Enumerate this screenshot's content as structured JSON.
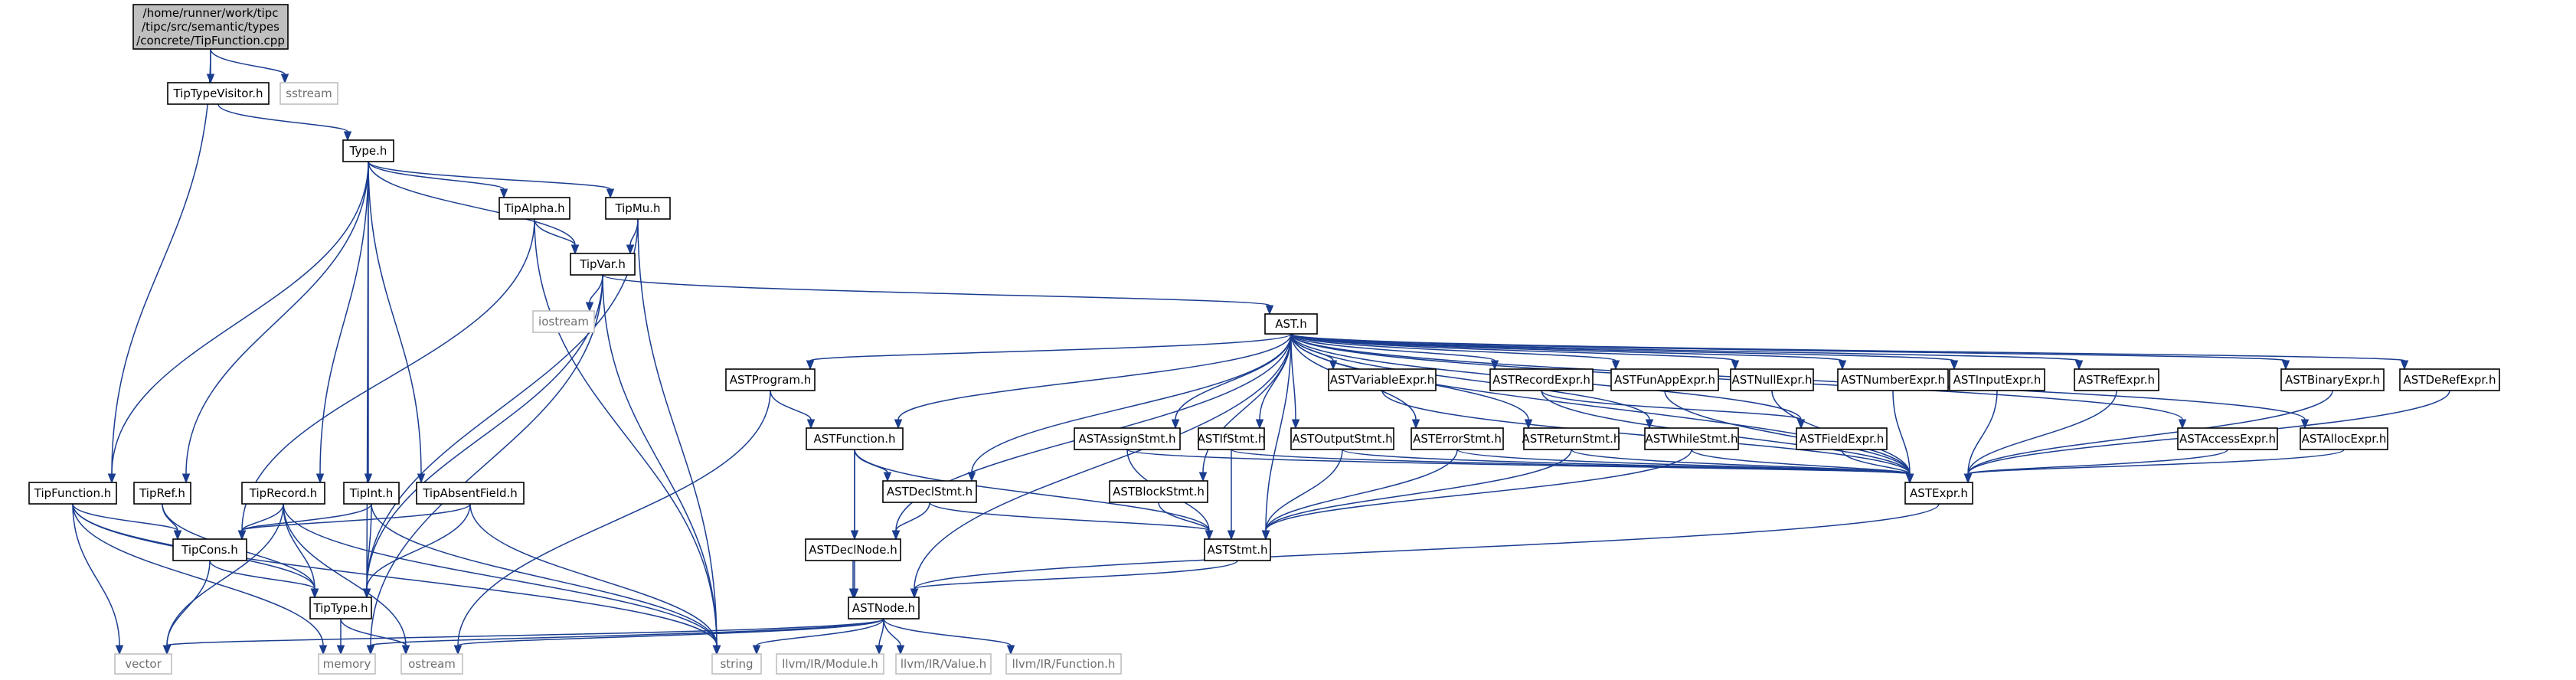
{
  "graph": {
    "nodes": [
      {
        "id": "root",
        "lines": [
          "/home/runner/work/tipc",
          "/tipc/src/semantic/types",
          "/concrete/TipFunction.cpp"
        ],
        "kind": "root"
      },
      {
        "id": "TipTypeVisitor",
        "lines": [
          "TipTypeVisitor.h"
        ],
        "kind": "solid"
      },
      {
        "id": "sstream",
        "lines": [
          "sstream"
        ],
        "kind": "ext"
      },
      {
        "id": "Type",
        "lines": [
          "Type.h"
        ],
        "kind": "solid"
      },
      {
        "id": "TipAlpha",
        "lines": [
          "TipAlpha.h"
        ],
        "kind": "solid"
      },
      {
        "id": "TipMu",
        "lines": [
          "TipMu.h"
        ],
        "kind": "solid"
      },
      {
        "id": "TipVar",
        "lines": [
          "TipVar.h"
        ],
        "kind": "solid"
      },
      {
        "id": "iostream",
        "lines": [
          "iostream"
        ],
        "kind": "ext"
      },
      {
        "id": "AST",
        "lines": [
          "AST.h"
        ],
        "kind": "solid"
      },
      {
        "id": "ASTProgram",
        "lines": [
          "ASTProgram.h"
        ],
        "kind": "solid"
      },
      {
        "id": "ASTVariableExpr",
        "lines": [
          "ASTVariableExpr.h"
        ],
        "kind": "solid"
      },
      {
        "id": "ASTRecordExpr",
        "lines": [
          "ASTRecordExpr.h"
        ],
        "kind": "solid"
      },
      {
        "id": "ASTFunAppExpr",
        "lines": [
          "ASTFunAppExpr.h"
        ],
        "kind": "solid"
      },
      {
        "id": "ASTNullExpr",
        "lines": [
          "ASTNullExpr.h"
        ],
        "kind": "solid"
      },
      {
        "id": "ASTNumberExpr",
        "lines": [
          "ASTNumberExpr.h"
        ],
        "kind": "solid"
      },
      {
        "id": "ASTInputExpr",
        "lines": [
          "ASTInputExpr.h"
        ],
        "kind": "solid"
      },
      {
        "id": "ASTRefExpr",
        "lines": [
          "ASTRefExpr.h"
        ],
        "kind": "solid"
      },
      {
        "id": "ASTBinaryExpr",
        "lines": [
          "ASTBinaryExpr.h"
        ],
        "kind": "solid"
      },
      {
        "id": "ASTDeRefExpr",
        "lines": [
          "ASTDeRefExpr.h"
        ],
        "kind": "solid"
      },
      {
        "id": "ASTFunction",
        "lines": [
          "ASTFunction.h"
        ],
        "kind": "solid"
      },
      {
        "id": "ASTAssignStmt",
        "lines": [
          "ASTAssignStmt.h"
        ],
        "kind": "solid"
      },
      {
        "id": "ASTIfStmt",
        "lines": [
          "ASTIfStmt.h"
        ],
        "kind": "solid"
      },
      {
        "id": "ASTOutputStmt",
        "lines": [
          "ASTOutputStmt.h"
        ],
        "kind": "solid"
      },
      {
        "id": "ASTErrorStmt",
        "lines": [
          "ASTErrorStmt.h"
        ],
        "kind": "solid"
      },
      {
        "id": "ASTReturnStmt",
        "lines": [
          "ASTReturnStmt.h"
        ],
        "kind": "solid"
      },
      {
        "id": "ASTWhileStmt",
        "lines": [
          "ASTWhileStmt.h"
        ],
        "kind": "solid"
      },
      {
        "id": "ASTFieldExpr",
        "lines": [
          "ASTFieldExpr.h"
        ],
        "kind": "solid"
      },
      {
        "id": "ASTAccessExpr",
        "lines": [
          "ASTAccessExpr.h"
        ],
        "kind": "solid"
      },
      {
        "id": "ASTAllocExpr",
        "lines": [
          "ASTAllocExpr.h"
        ],
        "kind": "solid"
      },
      {
        "id": "ASTDeclStmt",
        "lines": [
          "ASTDeclStmt.h"
        ],
        "kind": "solid"
      },
      {
        "id": "ASTBlockStmt",
        "lines": [
          "ASTBlockStmt.h"
        ],
        "kind": "solid"
      },
      {
        "id": "ASTExpr",
        "lines": [
          "ASTExpr.h"
        ],
        "kind": "solid"
      },
      {
        "id": "ASTDeclNode",
        "lines": [
          "ASTDeclNode.h"
        ],
        "kind": "solid"
      },
      {
        "id": "ASTStmt",
        "lines": [
          "ASTStmt.h"
        ],
        "kind": "solid"
      },
      {
        "id": "ASTNode",
        "lines": [
          "ASTNode.h"
        ],
        "kind": "solid"
      },
      {
        "id": "TipFunction",
        "lines": [
          "TipFunction.h"
        ],
        "kind": "solid"
      },
      {
        "id": "TipRef",
        "lines": [
          "TipRef.h"
        ],
        "kind": "solid"
      },
      {
        "id": "TipRecord",
        "lines": [
          "TipRecord.h"
        ],
        "kind": "solid"
      },
      {
        "id": "TipInt",
        "lines": [
          "TipInt.h"
        ],
        "kind": "solid"
      },
      {
        "id": "TipAbsentField",
        "lines": [
          "TipAbsentField.h"
        ],
        "kind": "solid"
      },
      {
        "id": "TipCons",
        "lines": [
          "TipCons.h"
        ],
        "kind": "solid"
      },
      {
        "id": "TipType",
        "lines": [
          "TipType.h"
        ],
        "kind": "solid"
      },
      {
        "id": "vector",
        "lines": [
          "vector"
        ],
        "kind": "ext"
      },
      {
        "id": "memory",
        "lines": [
          "memory"
        ],
        "kind": "ext"
      },
      {
        "id": "ostream",
        "lines": [
          "ostream"
        ],
        "kind": "ext"
      },
      {
        "id": "string",
        "lines": [
          "string"
        ],
        "kind": "ext"
      },
      {
        "id": "llvmModule",
        "lines": [
          "llvm/IR/Module.h"
        ],
        "kind": "ext"
      },
      {
        "id": "llvmValue",
        "lines": [
          "llvm/IR/Value.h"
        ],
        "kind": "ext"
      },
      {
        "id": "llvmFunction",
        "lines": [
          "llvm/IR/Function.h"
        ],
        "kind": "ext"
      }
    ],
    "edges": [
      [
        "root",
        "TipTypeVisitor"
      ],
      [
        "root",
        "sstream"
      ],
      [
        "root",
        "TipFunction"
      ],
      [
        "TipTypeVisitor",
        "Type"
      ],
      [
        "Type",
        "TipAlpha"
      ],
      [
        "Type",
        "TipMu"
      ],
      [
        "Type",
        "TipVar"
      ],
      [
        "Type",
        "TipFunction"
      ],
      [
        "Type",
        "TipRef"
      ],
      [
        "Type",
        "TipRecord"
      ],
      [
        "Type",
        "TipInt"
      ],
      [
        "Type",
        "TipAbsentField"
      ],
      [
        "Type",
        "TipType"
      ],
      [
        "TipAlpha",
        "TipVar"
      ],
      [
        "TipAlpha",
        "TipCons"
      ],
      [
        "TipAlpha",
        "string"
      ],
      [
        "TipMu",
        "TipVar"
      ],
      [
        "TipMu",
        "TipType"
      ],
      [
        "TipMu",
        "string"
      ],
      [
        "TipVar",
        "iostream"
      ],
      [
        "TipVar",
        "AST"
      ],
      [
        "TipVar",
        "TipType"
      ],
      [
        "TipVar",
        "memory"
      ],
      [
        "TipVar",
        "string"
      ],
      [
        "AST",
        "ASTProgram"
      ],
      [
        "AST",
        "ASTVariableExpr"
      ],
      [
        "AST",
        "ASTRecordExpr"
      ],
      [
        "AST",
        "ASTFunAppExpr"
      ],
      [
        "AST",
        "ASTNullExpr"
      ],
      [
        "AST",
        "ASTNumberExpr"
      ],
      [
        "AST",
        "ASTInputExpr"
      ],
      [
        "AST",
        "ASTRefExpr"
      ],
      [
        "AST",
        "ASTBinaryExpr"
      ],
      [
        "AST",
        "ASTDeRefExpr"
      ],
      [
        "AST",
        "ASTFunction"
      ],
      [
        "AST",
        "ASTAssignStmt"
      ],
      [
        "AST",
        "ASTIfStmt"
      ],
      [
        "AST",
        "ASTOutputStmt"
      ],
      [
        "AST",
        "ASTErrorStmt"
      ],
      [
        "AST",
        "ASTReturnStmt"
      ],
      [
        "AST",
        "ASTWhileStmt"
      ],
      [
        "AST",
        "ASTFieldExpr"
      ],
      [
        "AST",
        "ASTAccessExpr"
      ],
      [
        "AST",
        "ASTAllocExpr"
      ],
      [
        "AST",
        "ASTDeclStmt"
      ],
      [
        "AST",
        "ASTBlockStmt"
      ],
      [
        "AST",
        "ASTDeclNode"
      ],
      [
        "AST",
        "ASTStmt"
      ],
      [
        "AST",
        "ASTNode"
      ],
      [
        "AST",
        "ASTExpr"
      ],
      [
        "ASTProgram",
        "ASTFunction"
      ],
      [
        "ASTProgram",
        "ostream"
      ],
      [
        "ASTFunction",
        "ASTDeclStmt"
      ],
      [
        "ASTFunction",
        "ASTDeclNode"
      ],
      [
        "ASTFunction",
        "ASTStmt"
      ],
      [
        "ASTFunction",
        "ASTNode"
      ],
      [
        "ASTVariableExpr",
        "ASTExpr"
      ],
      [
        "ASTRecordExpr",
        "ASTFieldExpr"
      ],
      [
        "ASTRecordExpr",
        "ASTExpr"
      ],
      [
        "ASTFunAppExpr",
        "ASTExpr"
      ],
      [
        "ASTNullExpr",
        "ASTExpr"
      ],
      [
        "ASTNumberExpr",
        "ASTExpr"
      ],
      [
        "ASTInputExpr",
        "ASTExpr"
      ],
      [
        "ASTRefExpr",
        "ASTExpr"
      ],
      [
        "ASTBinaryExpr",
        "ASTExpr"
      ],
      [
        "ASTDeRefExpr",
        "ASTExpr"
      ],
      [
        "ASTFieldExpr",
        "ASTExpr"
      ],
      [
        "ASTAccessExpr",
        "ASTExpr"
      ],
      [
        "ASTAllocExpr",
        "ASTExpr"
      ],
      [
        "ASTAssignStmt",
        "ASTStmt"
      ],
      [
        "ASTAssignStmt",
        "ASTExpr"
      ],
      [
        "ASTIfStmt",
        "ASTStmt"
      ],
      [
        "ASTIfStmt",
        "ASTExpr"
      ],
      [
        "ASTOutputStmt",
        "ASTStmt"
      ],
      [
        "ASTOutputStmt",
        "ASTExpr"
      ],
      [
        "ASTErrorStmt",
        "ASTStmt"
      ],
      [
        "ASTErrorStmt",
        "ASTExpr"
      ],
      [
        "ASTReturnStmt",
        "ASTStmt"
      ],
      [
        "ASTReturnStmt",
        "ASTExpr"
      ],
      [
        "ASTWhileStmt",
        "ASTStmt"
      ],
      [
        "ASTWhileStmt",
        "ASTExpr"
      ],
      [
        "ASTDeclStmt",
        "ASTDeclNode"
      ],
      [
        "ASTDeclStmt",
        "ASTStmt"
      ],
      [
        "ASTBlockStmt",
        "ASTStmt"
      ],
      [
        "ASTExpr",
        "ASTNode"
      ],
      [
        "ASTStmt",
        "ASTNode"
      ],
      [
        "ASTDeclNode",
        "ASTNode"
      ],
      [
        "ASTNode",
        "vector"
      ],
      [
        "ASTNode",
        "memory"
      ],
      [
        "ASTNode",
        "ostream"
      ],
      [
        "ASTNode",
        "string"
      ],
      [
        "ASTNode",
        "llvmModule"
      ],
      [
        "ASTNode",
        "llvmValue"
      ],
      [
        "ASTNode",
        "llvmFunction"
      ],
      [
        "TipFunction",
        "TipCons"
      ],
      [
        "TipFunction",
        "TipType"
      ],
      [
        "TipFunction",
        "vector"
      ],
      [
        "TipFunction",
        "memory"
      ],
      [
        "TipFunction",
        "string"
      ],
      [
        "TipRef",
        "TipCons"
      ],
      [
        "TipRef",
        "TipType"
      ],
      [
        "TipRecord",
        "TipCons"
      ],
      [
        "TipRecord",
        "TipType"
      ],
      [
        "TipRecord",
        "vector"
      ],
      [
        "TipRecord",
        "ostream"
      ],
      [
        "TipRecord",
        "string"
      ],
      [
        "TipInt",
        "TipCons"
      ],
      [
        "TipInt",
        "TipType"
      ],
      [
        "TipInt",
        "string"
      ],
      [
        "TipAbsentField",
        "TipCons"
      ],
      [
        "TipAbsentField",
        "TipType"
      ],
      [
        "TipAbsentField",
        "string"
      ],
      [
        "TipCons",
        "TipType"
      ],
      [
        "TipCons",
        "vector"
      ],
      [
        "TipType",
        "memory"
      ],
      [
        "TipType",
        "ostream"
      ]
    ]
  }
}
